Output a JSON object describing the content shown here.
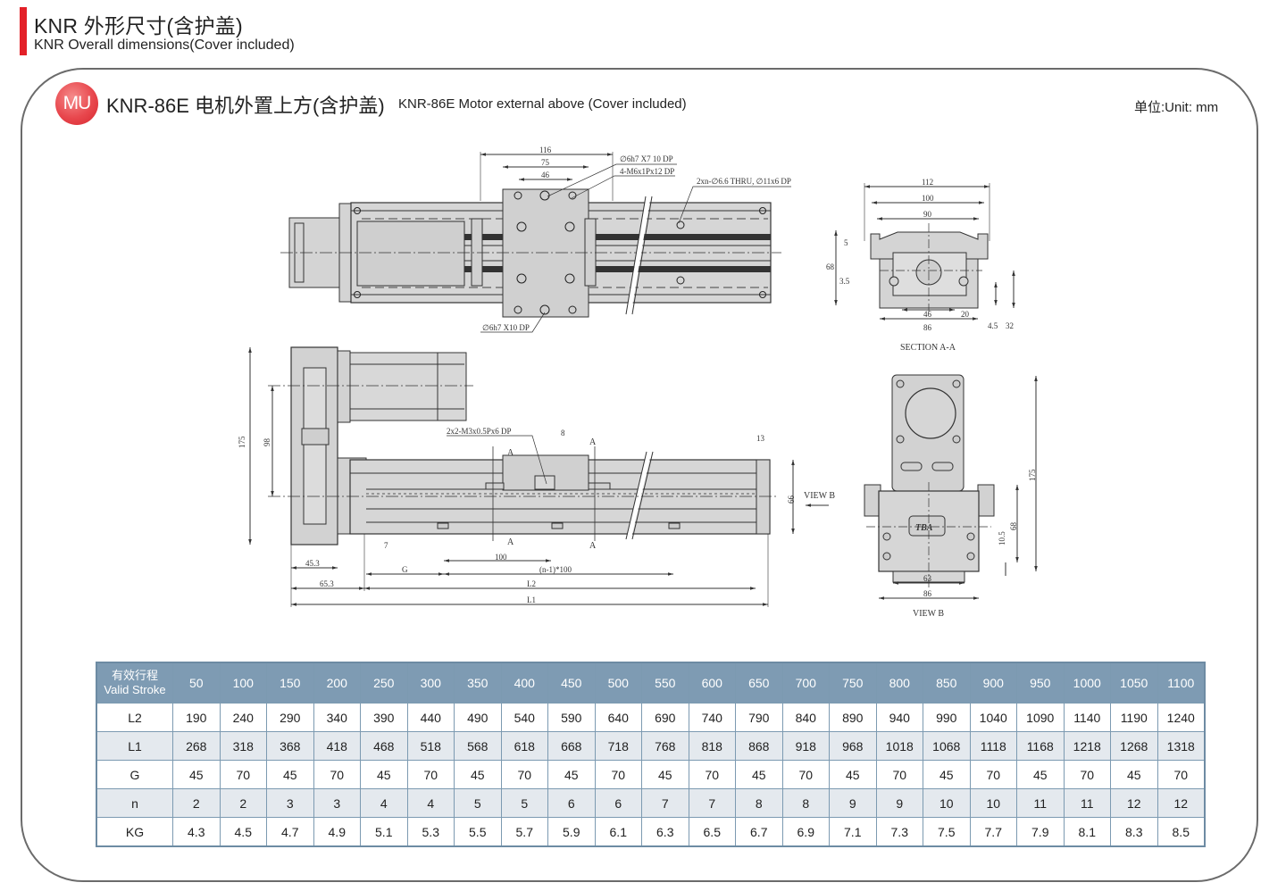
{
  "header": {
    "title": "KNR 外形尺寸(含护盖)",
    "subtitle": "KNR Overall dimensions(Cover included)",
    "accent_color": "#e32028"
  },
  "section": {
    "badge": "MU",
    "title": "KNR-86E 电机外置上方(含护盖)",
    "subtitle": "KNR-86E Motor external above (Cover included)",
    "unit": "单位:Unit: mm"
  },
  "drawing": {
    "top_view": {
      "dims": [
        "116",
        "75",
        "46"
      ],
      "notes": [
        "∅6h7 X7 10 DP",
        "4-M6x1Px12 DP",
        "2xn-∅6.6 THRU, ∅11x6 DP",
        "∅6h7 X10 DP"
      ]
    },
    "section_aa": {
      "dims": [
        "112",
        "100",
        "90",
        "5",
        "68",
        "3.5",
        "46",
        "20",
        "86",
        "4.5",
        "32"
      ],
      "caption": "SECTION A-A"
    },
    "side_view": {
      "dims": [
        "175",
        "98",
        "8",
        "13",
        "66",
        "7",
        "100",
        "45.3",
        "G",
        "(n-1)*100",
        "65.3",
        "L2",
        "L1"
      ],
      "notes": [
        "2x2-M3x0.5Px6 DP",
        "VIEW B"
      ],
      "section_marks": [
        "A",
        "A",
        "A",
        "A"
      ]
    },
    "view_b": {
      "dims": [
        "175",
        "68",
        "10.5",
        "63",
        "86"
      ],
      "logo": "TBA",
      "caption": "VIEW B"
    }
  },
  "table": {
    "header_label_cn": "有效行程",
    "header_label_en": "Valid Stroke",
    "strokes": [
      "50",
      "100",
      "150",
      "200",
      "250",
      "300",
      "350",
      "400",
      "450",
      "500",
      "550",
      "600",
      "650",
      "700",
      "750",
      "800",
      "850",
      "900",
      "950",
      "1000",
      "1050",
      "1100"
    ],
    "rows": [
      {
        "label": "L2",
        "values": [
          "190",
          "240",
          "290",
          "340",
          "390",
          "440",
          "490",
          "540",
          "590",
          "640",
          "690",
          "740",
          "790",
          "840",
          "890",
          "940",
          "990",
          "1040",
          "1090",
          "1140",
          "1190",
          "1240"
        ]
      },
      {
        "label": "L1",
        "values": [
          "268",
          "318",
          "368",
          "418",
          "468",
          "518",
          "568",
          "618",
          "668",
          "718",
          "768",
          "818",
          "868",
          "918",
          "968",
          "1018",
          "1068",
          "1118",
          "1168",
          "1218",
          "1268",
          "1318"
        ]
      },
      {
        "label": "G",
        "values": [
          "45",
          "70",
          "45",
          "70",
          "45",
          "70",
          "45",
          "70",
          "45",
          "70",
          "45",
          "70",
          "45",
          "70",
          "45",
          "70",
          "45",
          "70",
          "45",
          "70",
          "45",
          "70"
        ]
      },
      {
        "label": "n",
        "values": [
          "2",
          "2",
          "3",
          "3",
          "4",
          "4",
          "5",
          "5",
          "6",
          "6",
          "7",
          "7",
          "8",
          "8",
          "9",
          "9",
          "10",
          "10",
          "11",
          "11",
          "12",
          "12"
        ]
      },
      {
        "label": "KG",
        "values": [
          "4.3",
          "4.5",
          "4.7",
          "4.9",
          "5.1",
          "5.3",
          "5.5",
          "5.7",
          "5.9",
          "6.1",
          "6.3",
          "6.5",
          "6.7",
          "6.9",
          "7.1",
          "7.3",
          "7.5",
          "7.7",
          "7.9",
          "8.1",
          "8.3",
          "8.5"
        ]
      }
    ],
    "header_color": "#7e9bb3",
    "stripe_color": "#e4e9ee"
  }
}
